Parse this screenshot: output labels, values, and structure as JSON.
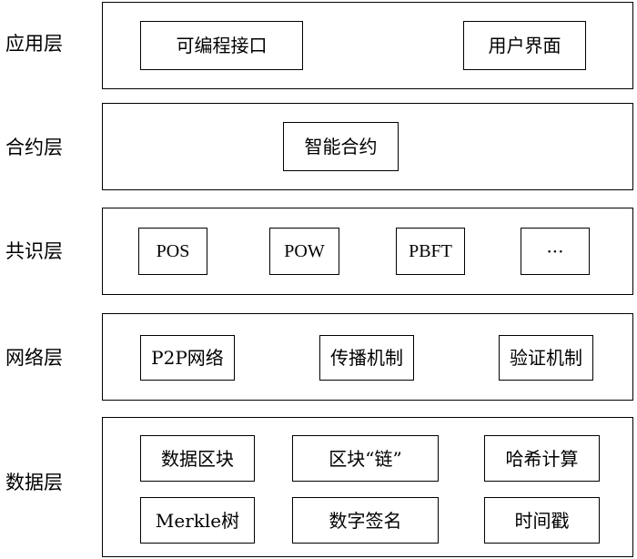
{
  "layers": {
    "application": {
      "label": "应用层",
      "items": [
        "可编程接口",
        "用户界面"
      ]
    },
    "contract": {
      "label": "合约层",
      "items": [
        "智能合约"
      ]
    },
    "consensus": {
      "label": "共识层",
      "items": [
        "POS",
        "POW",
        "PBFT",
        "···"
      ]
    },
    "network": {
      "label": "网络层",
      "items": [
        "P2P网络",
        "传播机制",
        "验证机制"
      ]
    },
    "data": {
      "label": "数据层",
      "items": [
        "数据区块",
        "区块“链”",
        "哈希计算",
        "Merkle树",
        "数字签名",
        "时间戳"
      ]
    }
  }
}
